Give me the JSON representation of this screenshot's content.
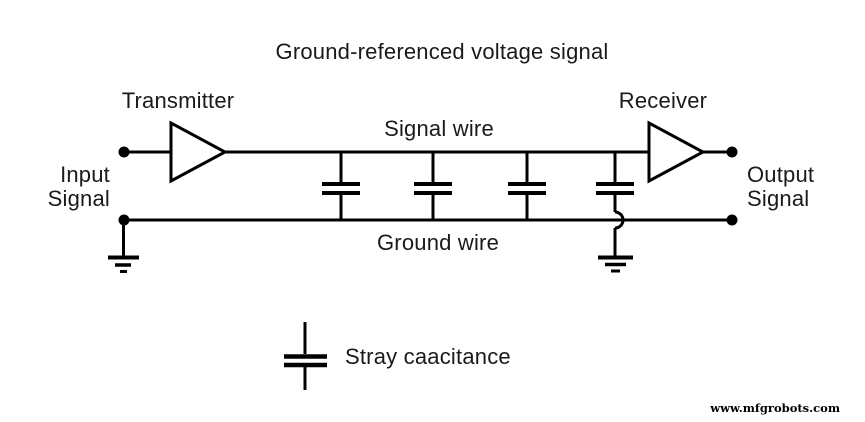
{
  "diagram": {
    "title": "Ground-referenced voltage signal",
    "transmitter_label": "Transmitter",
    "receiver_label": "Receiver",
    "signal_wire_label": "Signal wire",
    "ground_wire_label": "Ground wire",
    "input_label": "Input\nSignal",
    "output_label": "Output\nSignal",
    "legend_label": "Stray caacitance",
    "stray_capacitance_count": 4,
    "colors": {
      "line": "#000000",
      "background": "#ffffff"
    }
  },
  "watermark": "www.mfgrobots.com"
}
